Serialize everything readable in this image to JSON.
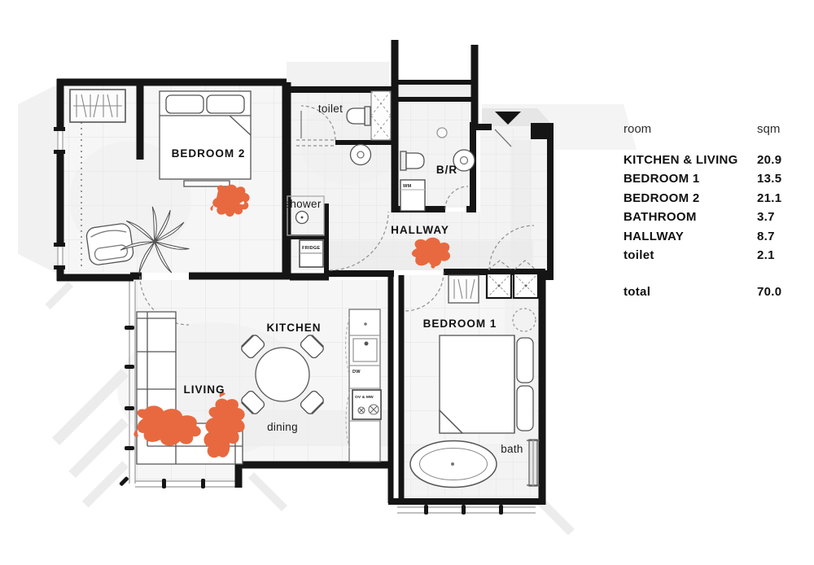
{
  "colors": {
    "accent_splash": "#E8693F",
    "walls": "#151515",
    "floor_tint": "#f6f6f6"
  },
  "floorplan": {
    "labels": {
      "bedroom2": "BEDROOM 2",
      "toilet": "toilet",
      "br": "B/R",
      "shower": "shower",
      "fridge": "FRIDGE",
      "hallway": "HALLWAY",
      "wm": "WM",
      "kitchen": "KITCHEN",
      "living": "LIVING",
      "dining": "dining",
      "bedroom1": "BEDROOM 1",
      "bath": "bath",
      "dw": "DW",
      "ov_mw": "OV & MW"
    },
    "icons": {
      "entrance_marker": "down-triangle"
    }
  },
  "legend": {
    "header": {
      "room": "room",
      "sqm": "sqm"
    },
    "rows": [
      {
        "room": "KITCHEN & LIVING",
        "sqm": "20.9"
      },
      {
        "room": "BEDROOM 1",
        "sqm": "13.5"
      },
      {
        "room": "BEDROOM 2",
        "sqm": "21.1"
      },
      {
        "room": "BATHROOM",
        "sqm": "3.7"
      },
      {
        "room": "HALLWAY",
        "sqm": "8.7"
      },
      {
        "room": "toilet",
        "sqm": "2.1"
      }
    ],
    "total": {
      "label": "total",
      "value": "70.0"
    }
  }
}
